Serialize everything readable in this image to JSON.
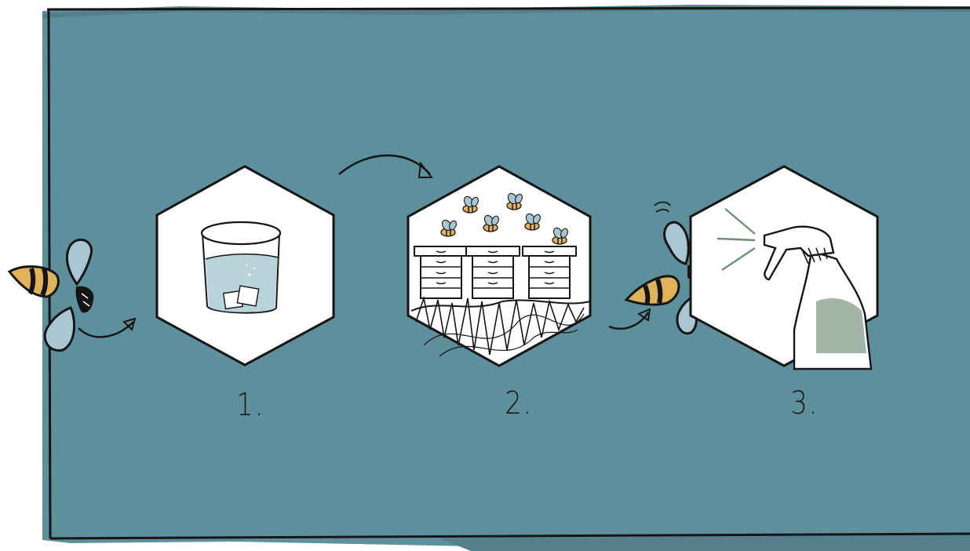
{
  "colors": {
    "panel": "#5e8f9d",
    "panel_dark": "#557f8c",
    "ink": "#151515",
    "hexagon_fill": "#ffffff",
    "bee_body": "#e0b25a",
    "bee_wing": "#a9c6d2",
    "water": "#b9d3dc",
    "spray_fill": "#a3b5a6",
    "spray_lines": "#6d8f78"
  },
  "steps": [
    {
      "number": "1.",
      "icon": "glass-of-water-with-ice-icon"
    },
    {
      "number": "2.",
      "icon": "beehives-with-bees-icon"
    },
    {
      "number": "3.",
      "icon": "spray-bottle-icon"
    }
  ],
  "decorations": [
    "bee-icon",
    "curved-arrow-icon"
  ]
}
